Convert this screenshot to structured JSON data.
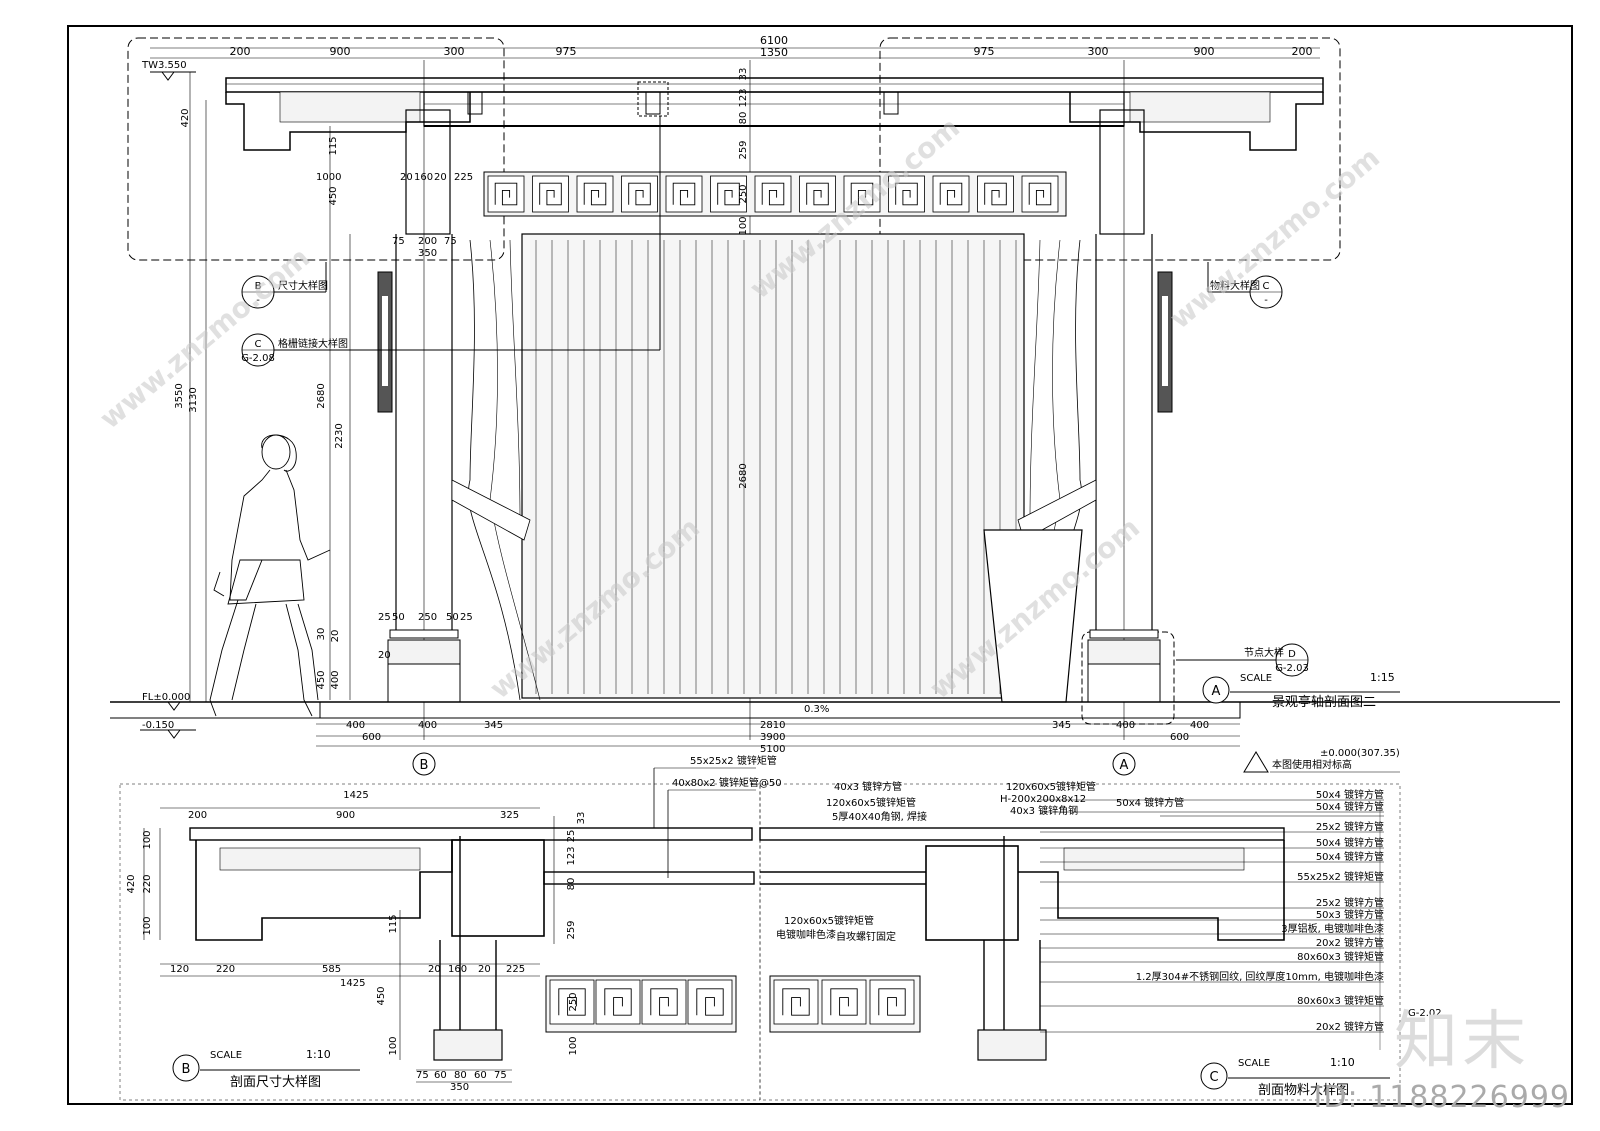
{
  "elevation": {
    "top_dims": [
      "200",
      "900",
      "300",
      "975",
      "6100",
      "1350",
      "975",
      "300",
      "900",
      "200"
    ],
    "tw_label": "TW3.550",
    "left_vertical_dims": [
      "420",
      "115",
      "450",
      "3550",
      "3130",
      "2680",
      "2230",
      "30",
      "20",
      "400",
      "450"
    ],
    "mid_vertical_dims": [
      "33",
      "123",
      "80",
      "259",
      "250",
      "100",
      "2680"
    ],
    "detail_dims": [
      "1000",
      "20",
      "160",
      "20",
      "225",
      "75",
      "200",
      "350",
      "75"
    ],
    "base_dims": [
      "25",
      "50",
      "250",
      "50",
      "25",
      "20"
    ],
    "bottom_dims": [
      "400",
      "600",
      "400",
      "345",
      "2810",
      "3900",
      "5100",
      "345",
      "400",
      "600",
      "400"
    ],
    "slope": "0.3%",
    "levels": [
      "FL±0.000",
      "-0.150"
    ],
    "axes": [
      "B",
      "A"
    ],
    "callouts": [
      {
        "id": "B",
        "ref": "-",
        "text": "尺寸大样图"
      },
      {
        "id": "C",
        "ref": "G-2.08",
        "text": "格栅链接大样图"
      },
      {
        "id": "C",
        "ref": "-",
        "text": "物料大样图"
      },
      {
        "id": "D",
        "ref": "G-2.03",
        "text": "节点大样"
      }
    ],
    "note": "本图使用相对标高",
    "note_level": "±0.000(307.35)",
    "title": {
      "id": "A",
      "scale_label": "SCALE",
      "scale": "1:15",
      "name": "景观亭轴剖面图二"
    }
  },
  "detail_b": {
    "top_dims": [
      "1425",
      "200",
      "900",
      "325"
    ],
    "vertical_dims": [
      "420",
      "100",
      "220",
      "100",
      "33",
      "25",
      "123",
      "80",
      "259",
      "115",
      "450",
      "250",
      "100",
      "100"
    ],
    "lower_dims": [
      "120",
      "220",
      "585",
      "1425",
      "20",
      "160",
      "20",
      "225"
    ],
    "bottom_dims": [
      "75",
      "60",
      "80",
      "60",
      "75",
      "350"
    ],
    "labels": [
      "55x25x2 镀锌矩管",
      "40x80x2 镀锌矩管@50"
    ],
    "title": {
      "id": "B",
      "scale_label": "SCALE",
      "scale": "1:10",
      "name": "剖面尺寸大样图"
    }
  },
  "detail_c": {
    "left_labels": [
      "40x3 镀锌方管",
      "120x60x5镀锌矩管",
      "5厚40X40角钢, 焊接",
      "120x60x5镀锌矩管",
      "电镀咖啡色漆",
      "自攻螺钉固定"
    ],
    "center_labels": [
      "120x60x5镀锌矩管",
      "H-200x200x8x12",
      "40x3 镀锌角钢",
      "50x4 镀锌方管"
    ],
    "right_labels": [
      "50x4 镀锌方管",
      "50x4 镀锌方管",
      "25x2 镀锌方管",
      "50x4 镀锌方管",
      "50x4 镀锌方管",
      "55x25x2 镀锌矩管",
      "25x2 镀锌方管",
      "50x3 镀锌方管",
      "3厚铝板, 电镀咖啡色漆",
      "20x2 镀锌方管",
      "80x60x3 镀锌矩管",
      "1.2厚304#不锈钢回纹, 回纹厚度10mm, 电镀咖啡色漆",
      "80x60x3 镀锌矩管",
      "20x2 镀锌方管"
    ],
    "title": {
      "id": "C",
      "scale_label": "SCALE",
      "scale": "1:10",
      "name": "剖面物料大样图"
    }
  },
  "sheet_no": "G-2.02",
  "watermark": {
    "site": "www.znzmo.com",
    "brand": "知末",
    "id_label": "ID: 1188226999"
  }
}
